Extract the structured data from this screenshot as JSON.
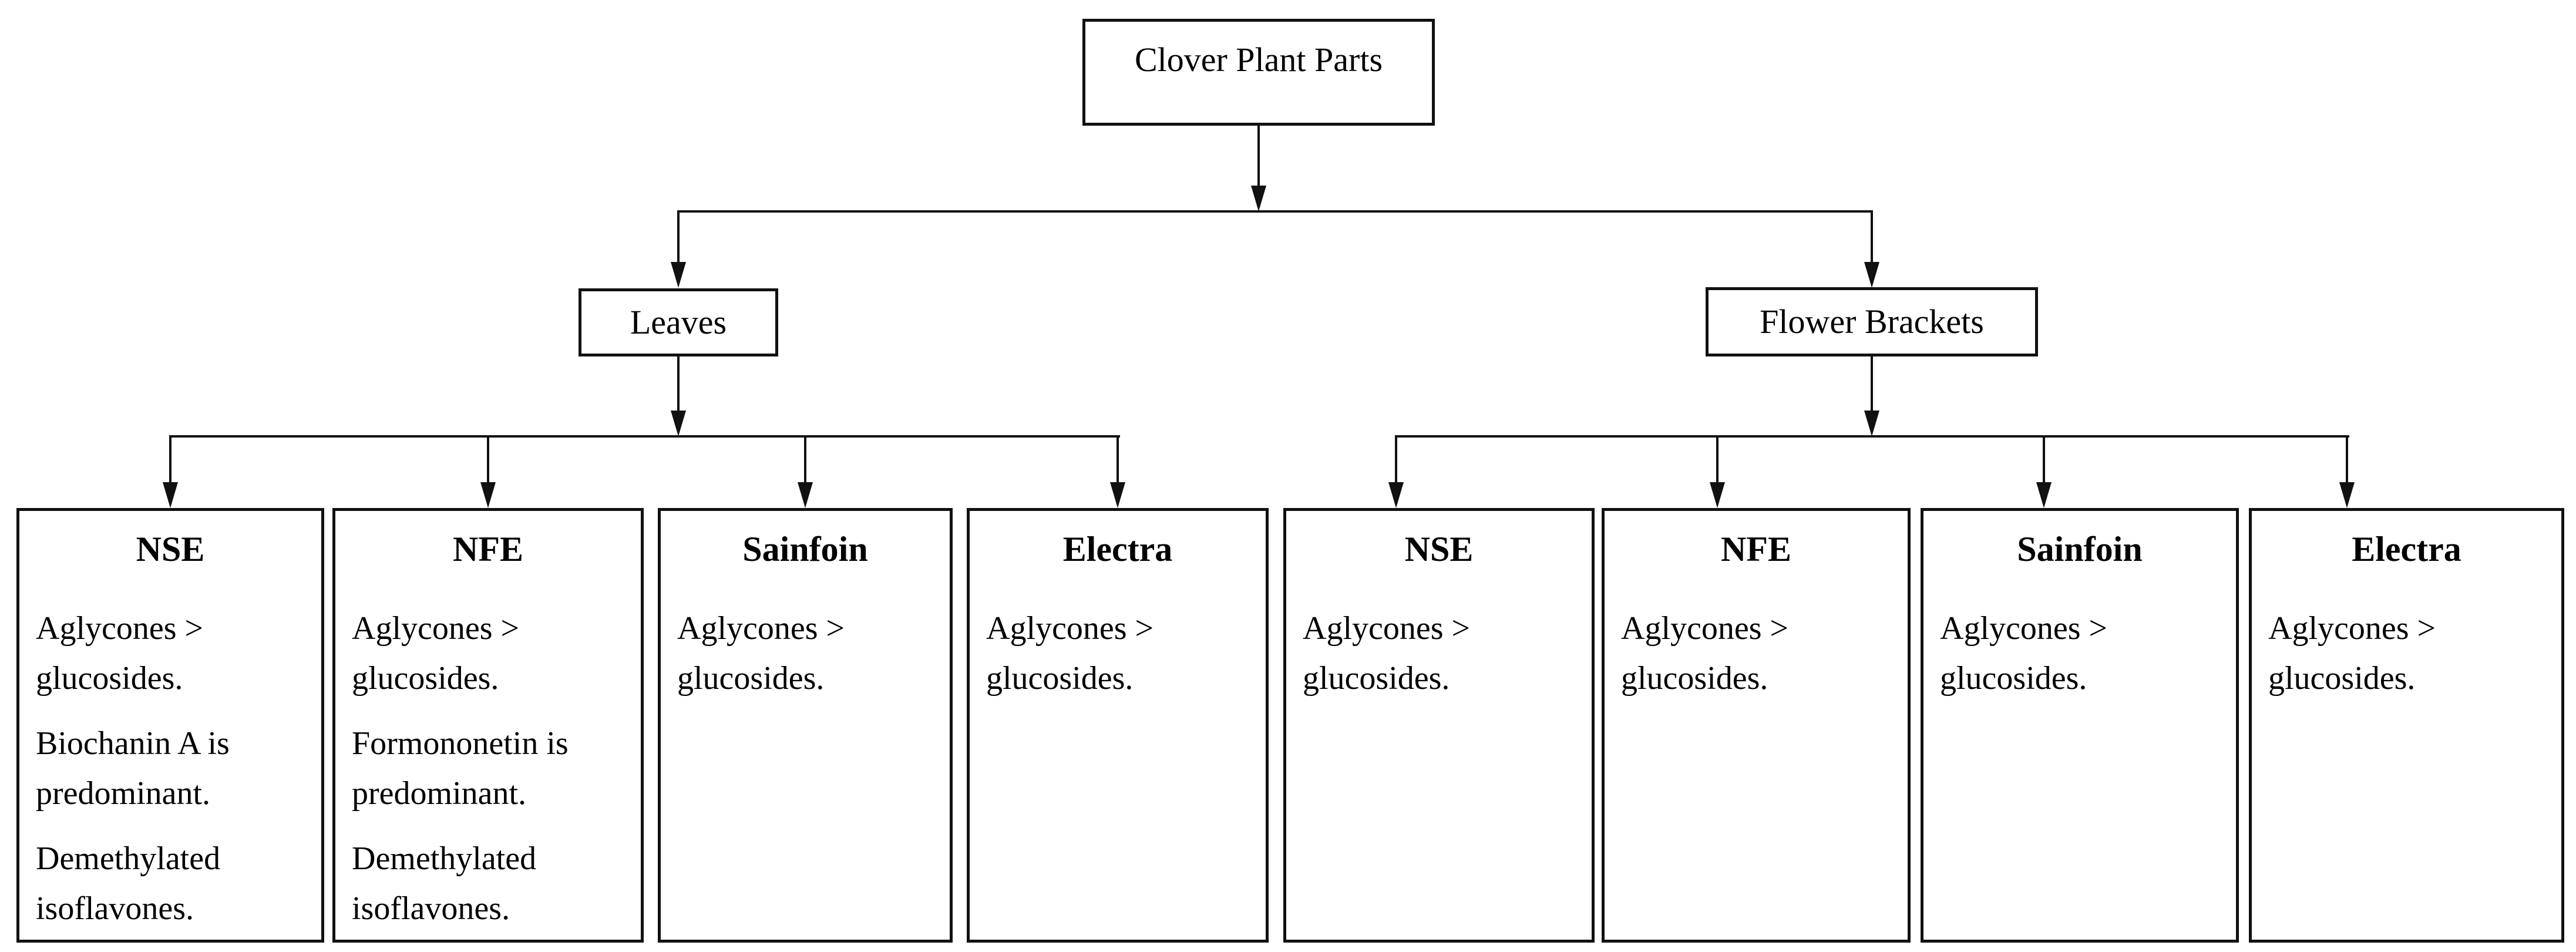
{
  "diagram": {
    "type": "tree",
    "root": {
      "label": "Clover Plant Parts"
    },
    "branches": [
      {
        "label": "Leaves",
        "children": [
          {
            "title": "NSE",
            "lines": [
              "Aglycones > glucosides.",
              "Biochanin A is predominant.",
              "Demethylated isoflavones."
            ]
          },
          {
            "title": "NFE",
            "lines": [
              "Aglycones > glucosides.",
              "Formononetin is predominant.",
              "Demethylated isoflavones."
            ]
          },
          {
            "title": "Sainfoin",
            "lines": [
              "Aglycones > glucosides."
            ]
          },
          {
            "title": "Electra",
            "lines": [
              "Aglycones > glucosides."
            ]
          }
        ]
      },
      {
        "label": "Flower Brackets",
        "children": [
          {
            "title": "NSE",
            "lines": [
              "Aglycones > glucosides."
            ]
          },
          {
            "title": "NFE",
            "lines": [
              "Aglycones > glucosides."
            ]
          },
          {
            "title": "Sainfoin",
            "lines": [
              "Aglycones > glucosides."
            ]
          },
          {
            "title": "Electra",
            "lines": [
              "Aglycones > glucosides."
            ]
          }
        ]
      }
    ],
    "colors": {
      "line": "#111111",
      "box_border": "#111111",
      "box_fill": "#ffffff",
      "text": "#000000",
      "background": "#ffffff"
    }
  }
}
